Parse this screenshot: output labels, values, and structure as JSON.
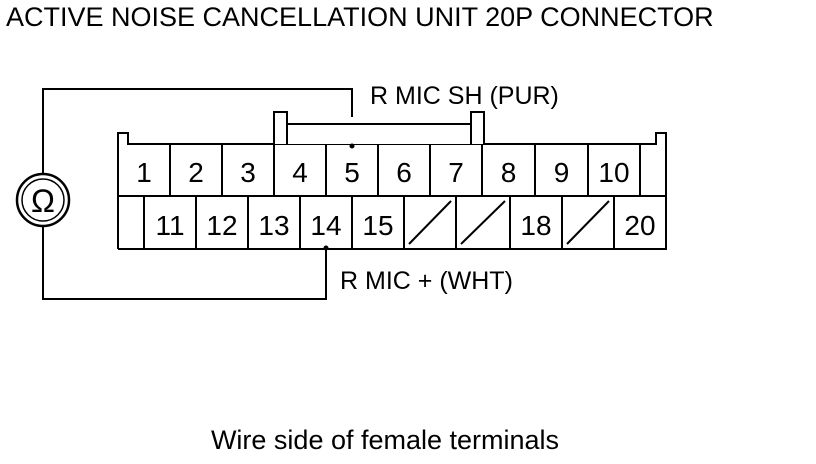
{
  "title": "ACTIVE NOISE CANCELLATION UNIT 20P CONNECTOR",
  "meter_symbol": "Ω",
  "wire_labels": {
    "top": "R MIC SH (PUR)",
    "bottom": "R MIC +  (WHT)"
  },
  "top_row_terminals": [
    "1",
    "2",
    "3",
    "4",
    "5",
    "6",
    "7",
    "8",
    "9",
    "10"
  ],
  "bottom_row_terminals": [
    "",
    "11",
    "12",
    "13",
    "14",
    "15",
    "/",
    "/",
    "18",
    "/",
    "20"
  ],
  "probe_terminals": [
    "5",
    "14"
  ],
  "caption": "Wire side of female terminals"
}
